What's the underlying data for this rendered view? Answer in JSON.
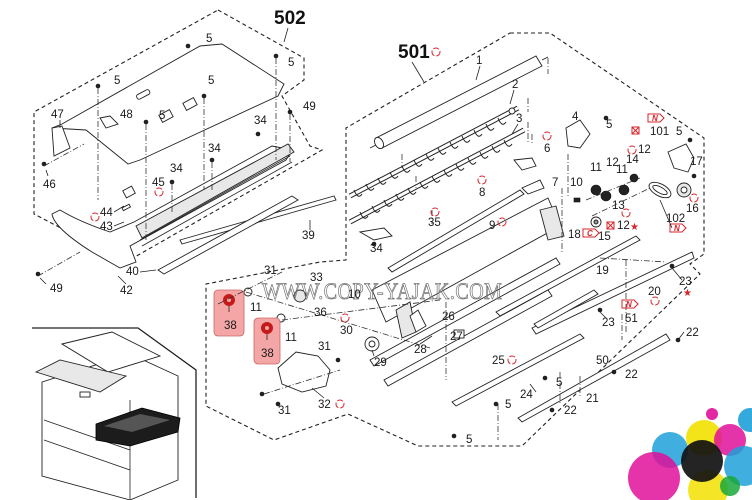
{
  "diagram": {
    "title": "Exploded parts diagram - copier developer unit",
    "watermark": "WWW.COPY-YAJAK.COM",
    "assemblies": [
      {
        "id": "502",
        "label": "502"
      },
      {
        "id": "501",
        "label": "501",
        "symbol": "rotate"
      }
    ],
    "callouts": [
      {
        "label": "5"
      },
      {
        "label": "5"
      },
      {
        "label": "5"
      },
      {
        "label": "5"
      },
      {
        "label": "5"
      },
      {
        "label": "47"
      },
      {
        "label": "48"
      },
      {
        "label": "49"
      },
      {
        "label": "34"
      },
      {
        "label": "34"
      },
      {
        "label": "34"
      },
      {
        "label": "46"
      },
      {
        "label": "45"
      },
      {
        "label": "44"
      },
      {
        "label": "43"
      },
      {
        "label": "39"
      },
      {
        "label": "40"
      },
      {
        "label": "42"
      },
      {
        "label": "49"
      },
      {
        "label": "1"
      },
      {
        "label": "2"
      },
      {
        "label": "3"
      },
      {
        "label": "4"
      },
      {
        "label": "5"
      },
      {
        "label": "6"
      },
      {
        "label": "7"
      },
      {
        "label": "8"
      },
      {
        "label": "9"
      },
      {
        "label": "10"
      },
      {
        "label": "11"
      },
      {
        "label": "12"
      },
      {
        "label": "11"
      },
      {
        "label": "14"
      },
      {
        "label": "12"
      },
      {
        "label": "13"
      },
      {
        "label": "101"
      },
      {
        "label": "5"
      },
      {
        "label": "17"
      },
      {
        "label": "16"
      },
      {
        "label": "102"
      },
      {
        "label": "12"
      },
      {
        "label": "15"
      },
      {
        "label": "18"
      },
      {
        "label": "35"
      },
      {
        "label": "34"
      },
      {
        "label": "19"
      },
      {
        "label": "23"
      },
      {
        "label": "20"
      },
      {
        "label": "23"
      },
      {
        "label": "51"
      },
      {
        "label": "22"
      },
      {
        "label": "50"
      },
      {
        "label": "22"
      },
      {
        "label": "21"
      },
      {
        "label": "22"
      },
      {
        "label": "24"
      },
      {
        "label": "25"
      },
      {
        "label": "5"
      },
      {
        "label": "5"
      },
      {
        "label": "5"
      },
      {
        "label": "33"
      },
      {
        "label": "10"
      },
      {
        "label": "31"
      },
      {
        "label": "11"
      },
      {
        "label": "38"
      },
      {
        "label": "36"
      },
      {
        "label": "11"
      },
      {
        "label": "38"
      },
      {
        "label": "30"
      },
      {
        "label": "29"
      },
      {
        "label": "28"
      },
      {
        "label": "26"
      },
      {
        "label": "27"
      },
      {
        "label": "31"
      },
      {
        "label": "32"
      },
      {
        "label": "31"
      }
    ],
    "legend_marks": {
      "new_part": "N",
      "c_mark": "C",
      "star_mark": "★"
    },
    "highlighted_parts": [
      "38",
      "38"
    ],
    "colors": {
      "line": "#222222",
      "accent_red": "#d8232a",
      "highlight": "#f4a6a6",
      "cmyk_cyan": "#1ea0d8",
      "cmyk_magenta": "#e0119a",
      "cmyk_yellow": "#f2e000",
      "cmyk_black": "#111111"
    }
  }
}
